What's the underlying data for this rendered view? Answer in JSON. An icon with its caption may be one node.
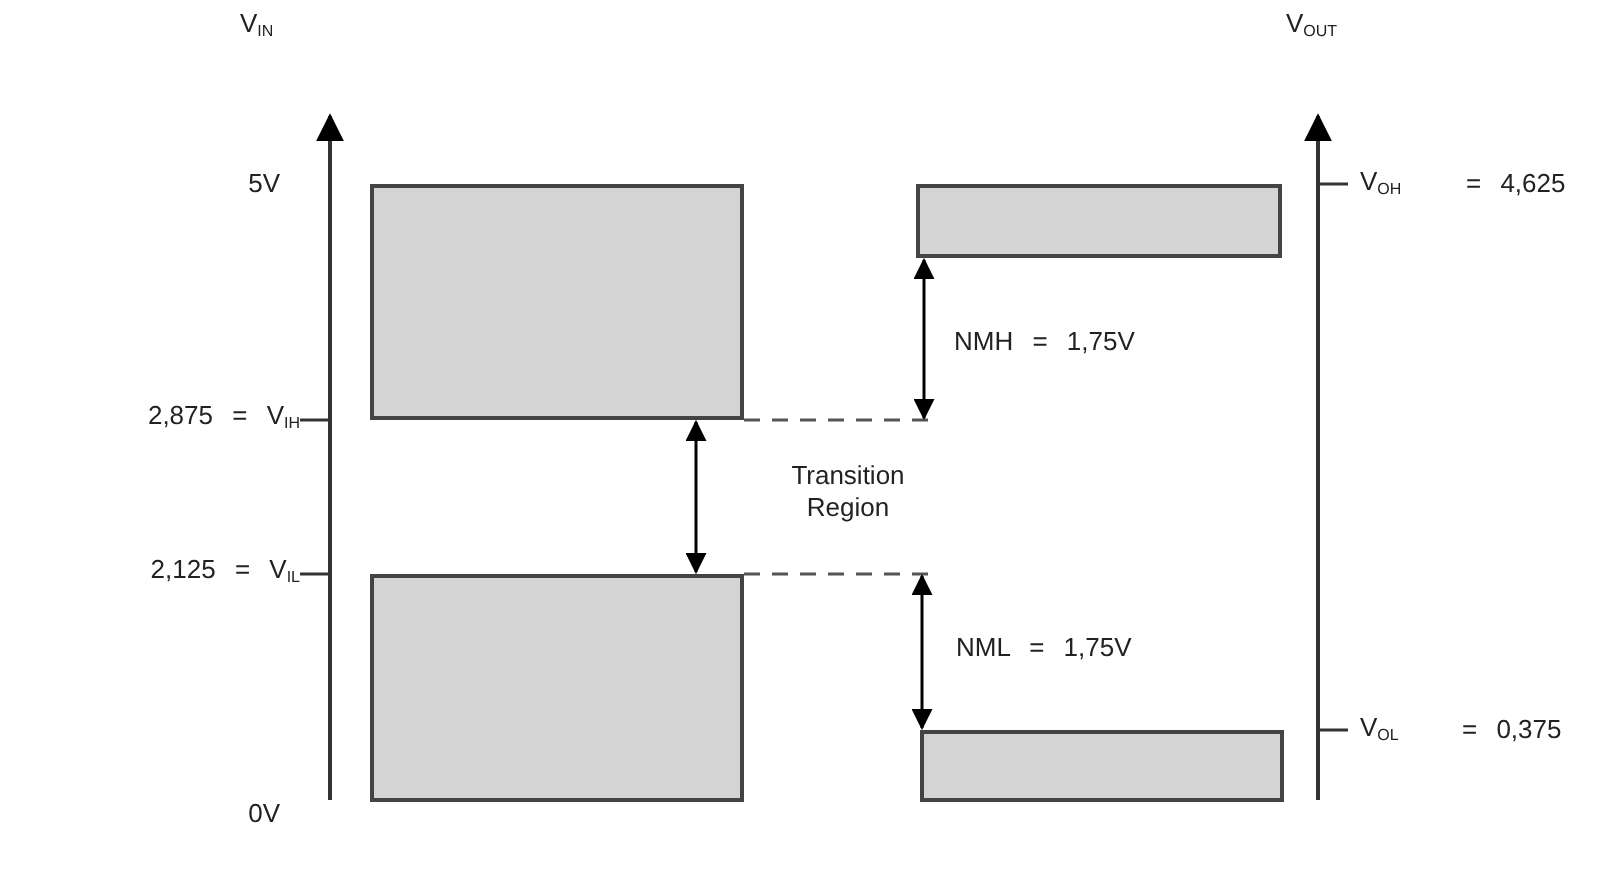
{
  "diagram": {
    "nodes": [
      {
        "text": [],
        "shape": "box"
      },
      {
        "text": [],
        "shape": "box"
      },
      {
        "text": [],
        "shape": "box"
      },
      {
        "text": [],
        "shape": "box"
      }
    ],
    "edges": [
      {
        "from": 0,
        "to": 1,
        "arrow": "both"
      }
    ],
    "labels": [
      "V$_{IN}$",
      "5V",
      "2,875 = V$_{IH}$",
      "2,125 = V$_{IL}$",
      "0V",
      "Transition Region",
      "NMH = 1,75V",
      "NML = 1,75V",
      "V$_{OUT}$",
      "V$_{OH}$",
      "= 4,625",
      "V$_{OL}$",
      "= 0,375"
    ]
  }
}
